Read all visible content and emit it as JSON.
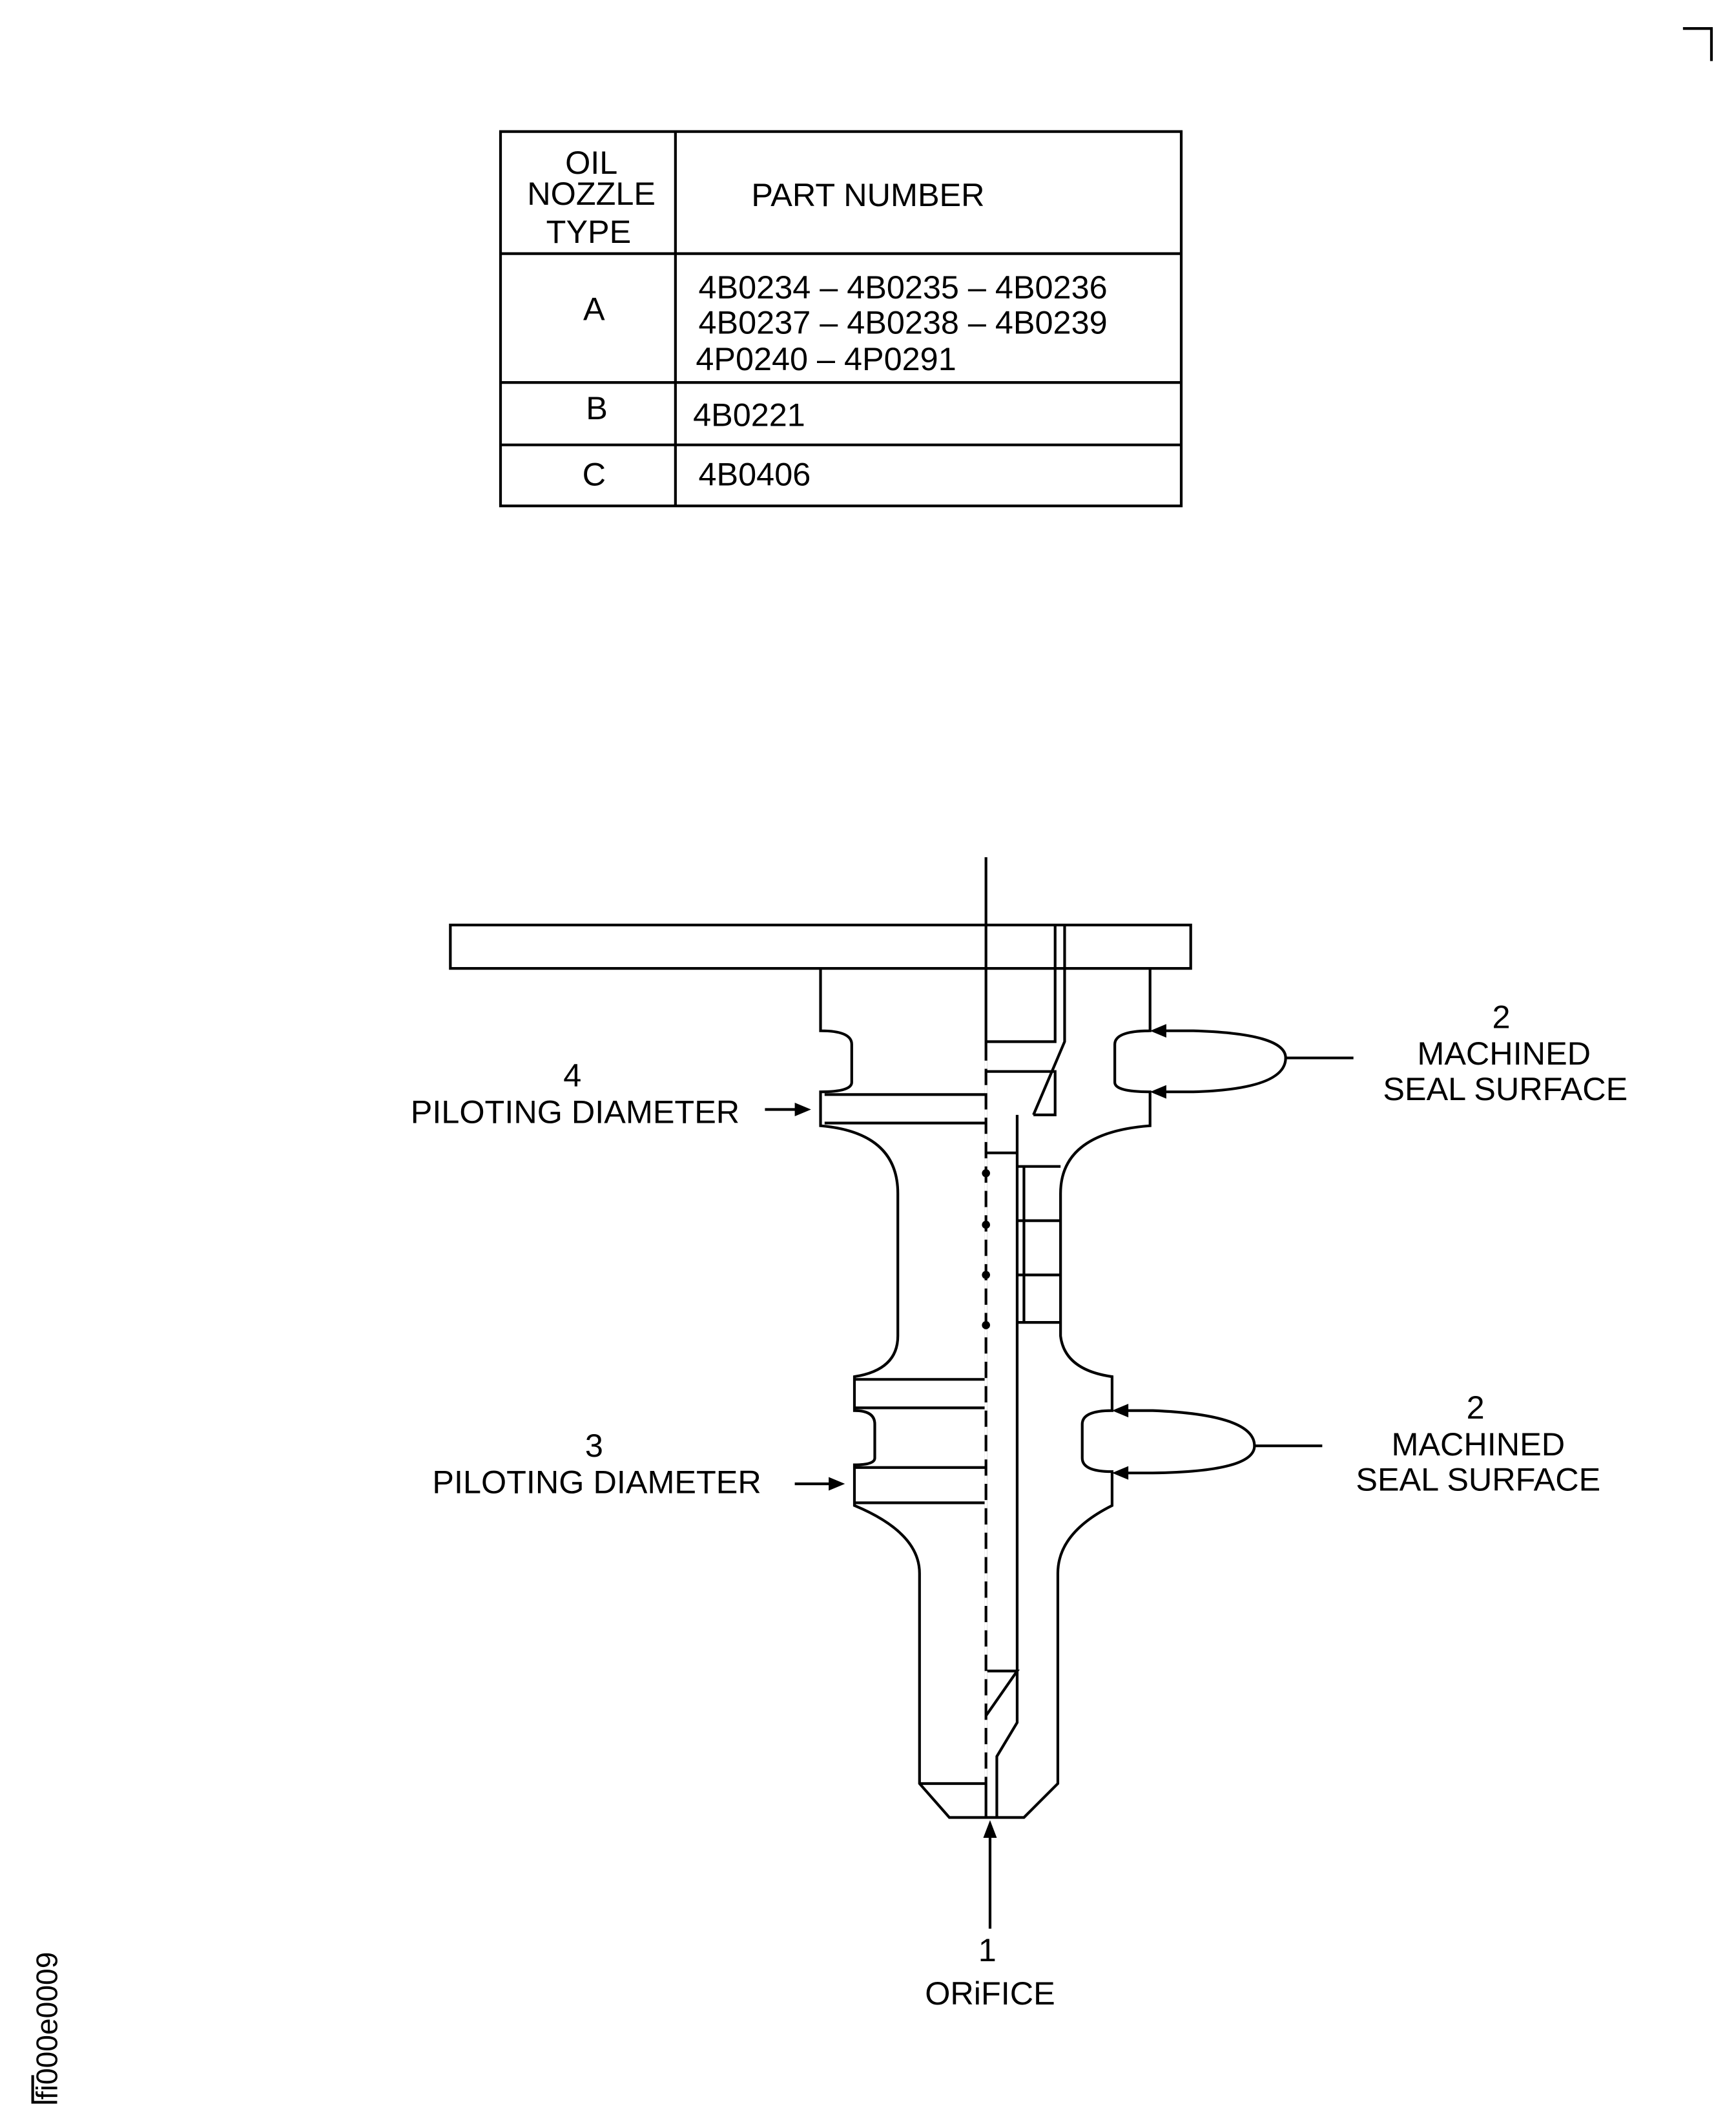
{
  "table": {
    "header_type": [
      "OIL",
      "NOZZLE",
      "TYPE"
    ],
    "header_part": "PART NUMBER",
    "rows": [
      {
        "type": "A",
        "parts": [
          "4B0234 – 4B0235 – 4B0236",
          "4B0237 – 4B0238 – 4B0239",
          "4P0240 – 4P0291"
        ]
      },
      {
        "type": "B",
        "parts": [
          "4B0221"
        ]
      },
      {
        "type": "C",
        "parts": [
          "4B0406"
        ]
      }
    ]
  },
  "callouts": {
    "seal_upper": {
      "number": "2",
      "line1": "MACHINED",
      "line2": "SEAL SURFACE"
    },
    "seal_lower": {
      "number": "2",
      "line1": "MACHINED",
      "line2": "SEAL SURFACE"
    },
    "pilot_upper": {
      "number": "4",
      "label": "PILOTING DIAMETER"
    },
    "pilot_lower": {
      "number": "3",
      "label": "PILOTING DIAMETER"
    },
    "orifice": {
      "number": "1",
      "label": "ORiFICE"
    }
  },
  "figure_id": "fi000e0009"
}
